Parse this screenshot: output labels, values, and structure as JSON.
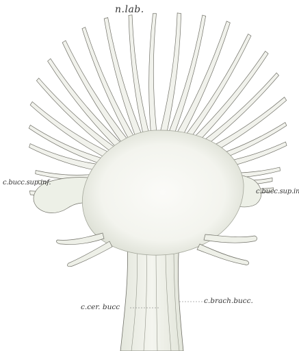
{
  "labels": {
    "n_lab": "n.lab.",
    "c_bucc_sup_inf": "c.bucc.sup.inf.",
    "c_bucc_sup_inf_right": "c.bucc.sup.inf.",
    "c_cer_bucc": "c.cer. bucc",
    "c_brach_bucc": "c.brach.bucc."
  },
  "colors": {
    "background": "#ffffff",
    "tissue": "#e9ece3",
    "tissue_light": "#f6f7f2",
    "outline": "#6f6f66"
  }
}
